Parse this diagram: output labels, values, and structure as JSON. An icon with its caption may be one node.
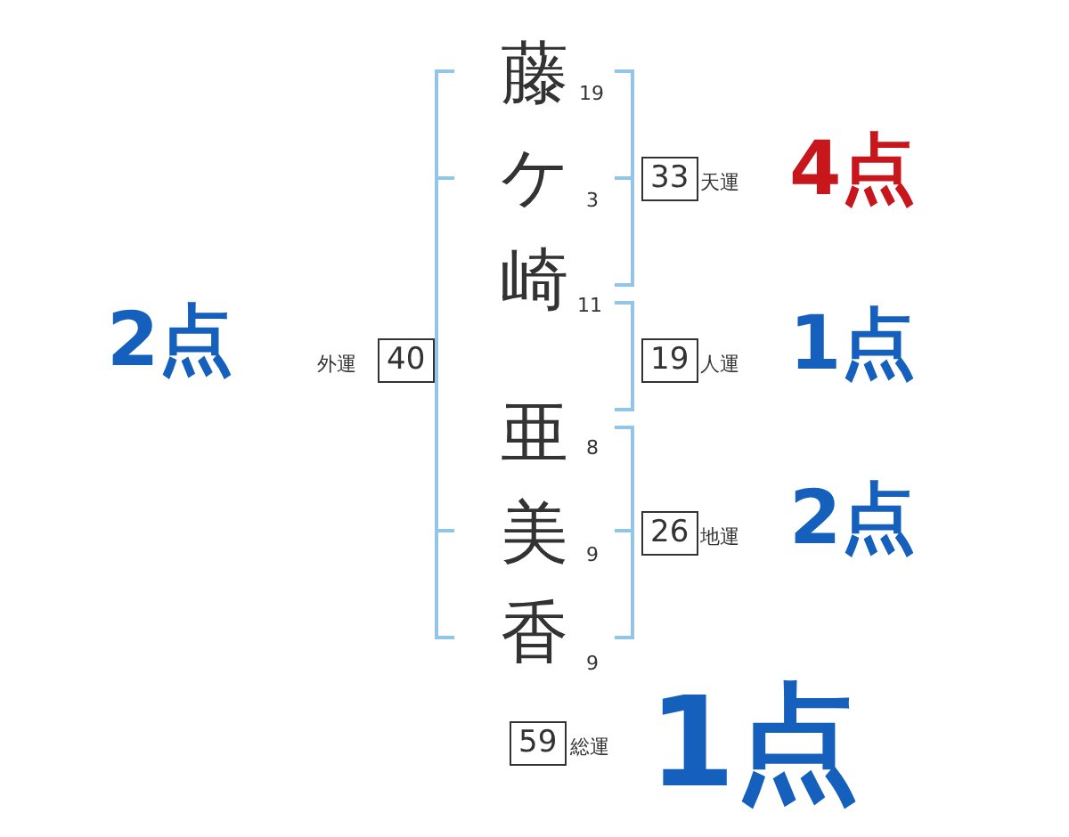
{
  "diagram": {
    "nodes": [
      {
        "text": [
          "33"
        ],
        "beside": [
          "天運",
          "4点"
        ]
      },
      {
        "text": [
          "40"
        ],
        "beside": [
          "外運",
          "2点"
        ]
      },
      {
        "text": [
          "19"
        ],
        "beside": [
          "人運",
          "1点"
        ]
      },
      {
        "text": [
          "26"
        ],
        "beside": [
          "地運",
          "2点"
        ]
      },
      {
        "text": [
          "59"
        ],
        "beside": [
          "総運",
          "1点"
        ]
      }
    ],
    "labels": [
      "藤",
      "19",
      "ケ",
      "3",
      "崎",
      "11",
      "亜",
      "8",
      "美",
      "9",
      "香",
      "9"
    ]
  }
}
